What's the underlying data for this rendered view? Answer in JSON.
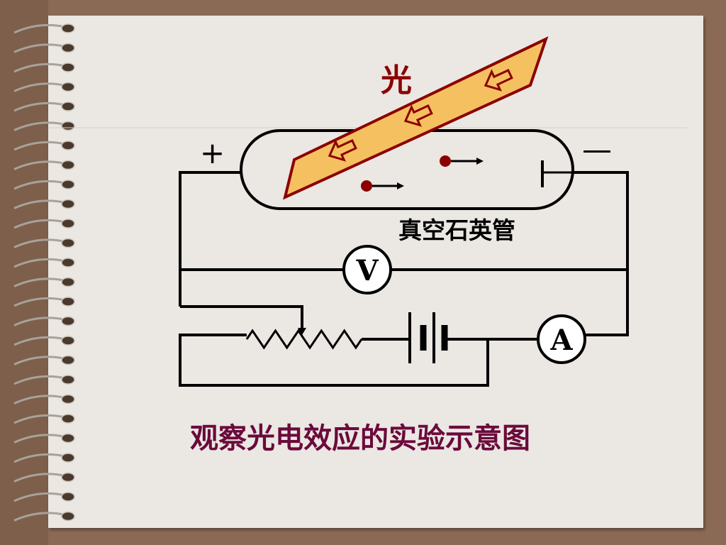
{
  "slide": {
    "light_label": "光",
    "positive_sign": "+",
    "negative_sign": "—",
    "tube_label": "真空石英管",
    "voltmeter_label": "V",
    "ammeter_label": "A",
    "caption": "观察光电效应的实验示意图"
  },
  "colors": {
    "background": "#8b6a55",
    "paper": "#ebe7e3",
    "light_band_fill": "#f5c060",
    "light_band_stroke": "#8b0000",
    "electron": "#8b0000",
    "caption": "#6b0a3b",
    "wire": "#000000"
  },
  "icons": [
    "spiral-binding-icon",
    "arrow-left-icon",
    "resistor-icon",
    "battery-icon",
    "voltmeter-icon",
    "ammeter-icon",
    "electron-icon"
  ]
}
